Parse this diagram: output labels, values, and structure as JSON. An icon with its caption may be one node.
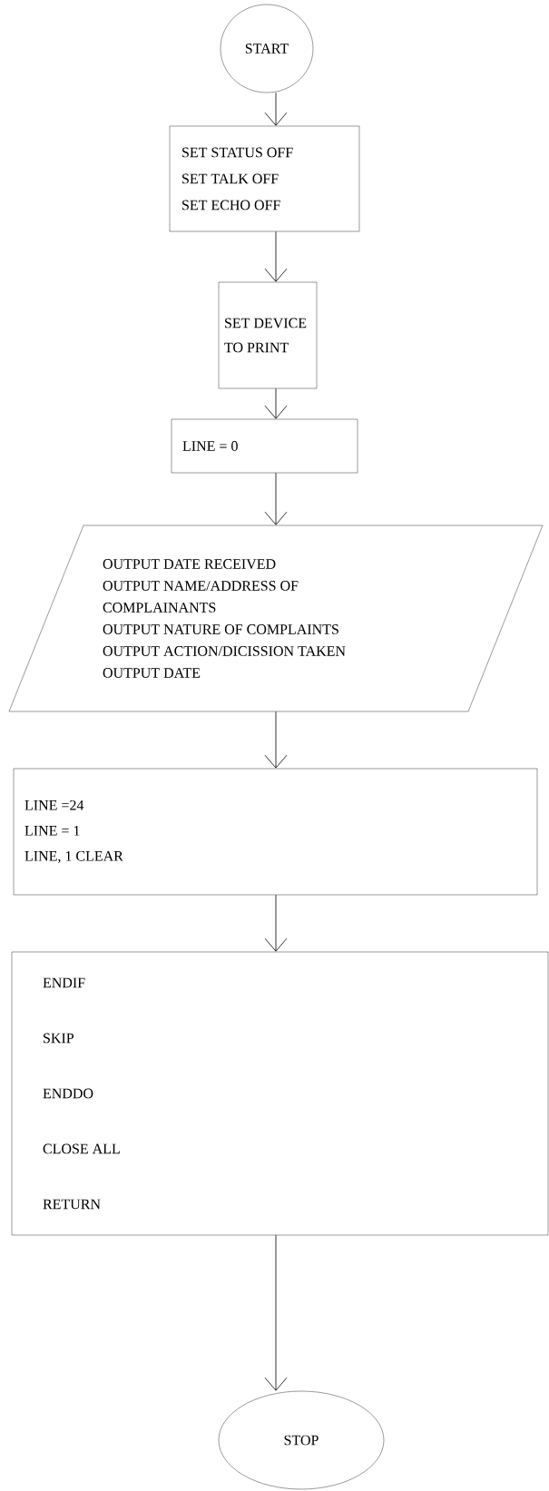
{
  "diagram": {
    "nodes": [
      {
        "text": [
          "START"
        ]
      },
      {
        "text": [
          "SET STATUS OFF",
          "SET TALK OFF",
          "SET ECHO OFF"
        ]
      },
      {
        "text": [
          "SET DEVICE TO PRINT"
        ]
      },
      {
        "text": [
          "LINE = 0"
        ]
      },
      {
        "text": [
          "OUTPUT DATE RECEIVED",
          "OUTPUT NAME/ADDRESS OF COMPLAINANTS",
          "OUTPUT NATURE OF COMPLAINTS",
          "OUTPUT ACTION/DICISSION TAKEN",
          "OUTPUT DATE"
        ]
      },
      {
        "text": [
          "LINE =24",
          "LINE = 1",
          "LINE, 1 CLEAR"
        ]
      },
      {
        "text": [
          "ENDIF",
          "SKIP",
          "ENDDO",
          "CLOSE ALL",
          "RETURN"
        ]
      },
      {
        "text": [
          "STOP"
        ]
      }
    ],
    "edges": [
      {
        "from": 0,
        "to": 1,
        "arrow": "to"
      },
      {
        "from": 1,
        "to": 2,
        "arrow": "to"
      },
      {
        "from": 2,
        "to": 3,
        "arrow": "to"
      },
      {
        "from": 3,
        "to": 4,
        "arrow": "to"
      },
      {
        "from": 4,
        "to": 5,
        "arrow": "to"
      },
      {
        "from": 5,
        "to": 6,
        "arrow": "to"
      },
      {
        "from": 6,
        "to": 7,
        "arrow": "to"
      }
    ]
  }
}
